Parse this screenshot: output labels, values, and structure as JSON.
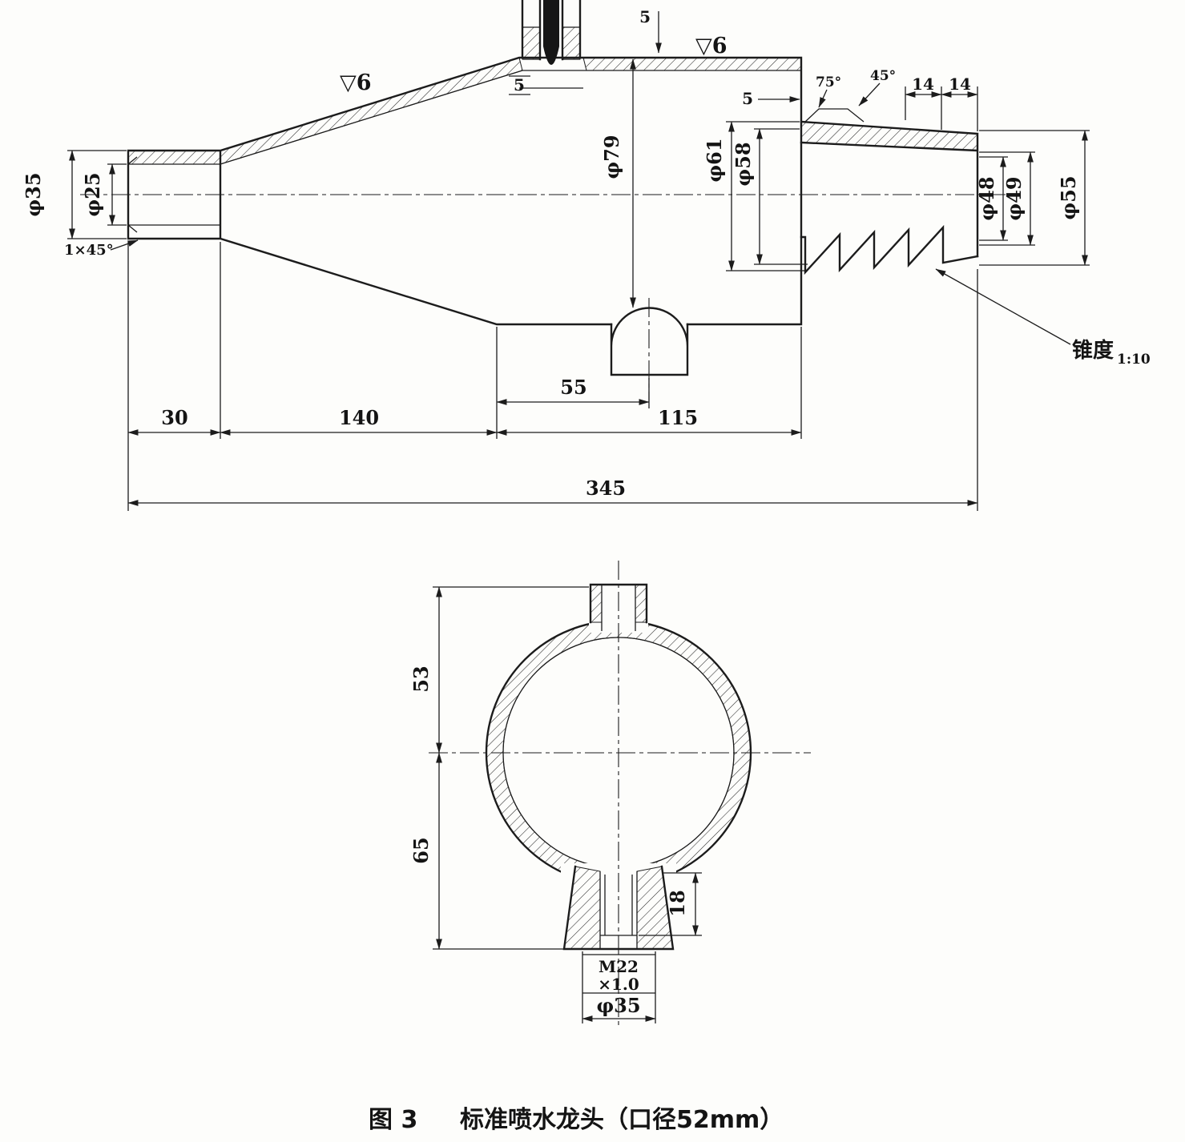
{
  "drawing": {
    "caption": {
      "figure_no": "图 3",
      "title": "标准喷水龙头（口径52mm）"
    },
    "top_view": {
      "surface_finish_left": "▽6",
      "surface_finish_right": "▽6",
      "dia_35": "φ35",
      "dia_25": "φ25",
      "chamfer": "1×45°",
      "dia_79": "φ79",
      "dia_61": "φ61",
      "dia_58": "φ58",
      "angle_75": "75°",
      "angle_45": "45°",
      "len_14_a": "14",
      "len_14_b": "14",
      "dia_48": "φ48",
      "dia_49": "φ49",
      "dia_55": "φ55",
      "wall_5_top": "5",
      "wall_5_mid": "5",
      "wall_5_right": "5",
      "taper_label": "锥度",
      "taper_value": "1:10",
      "len_30": "30",
      "len_140": "140",
      "len_55": "55",
      "len_115": "115",
      "len_345": "345"
    },
    "bottom_view": {
      "len_53": "53",
      "len_65": "65",
      "len_18": "18",
      "thread_spec_line1": "M22",
      "thread_spec_line2": "×1.0",
      "dia_35": "φ35"
    }
  }
}
